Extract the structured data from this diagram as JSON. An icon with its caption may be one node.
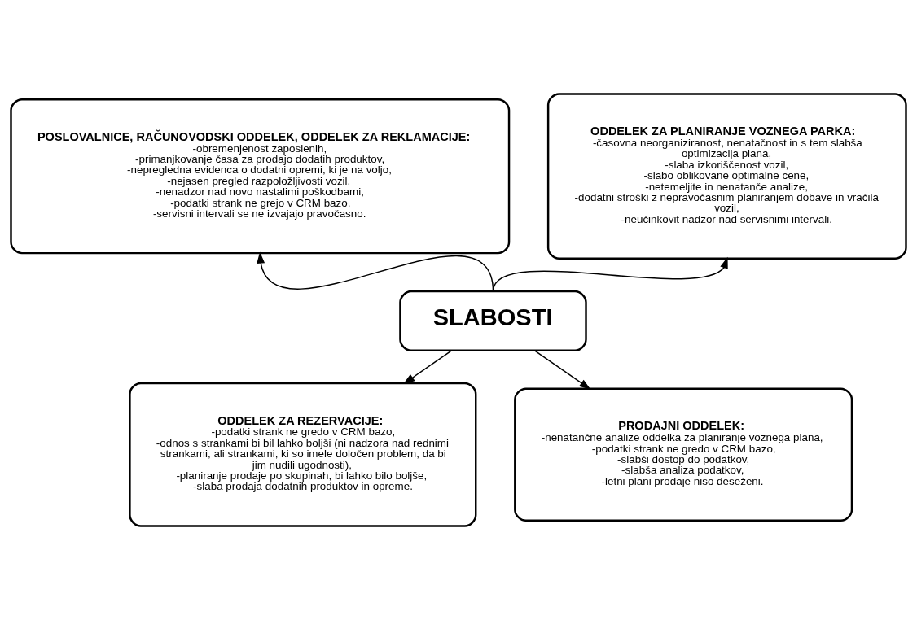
{
  "diagram": {
    "nodes": [
      {
        "text": [
          "POSLOVALNICE, RAČUNOVODSKI ODDELEK, ODDELEK ZA REKLAMACIJE:",
          "-obremenjenost zaposlenih,",
          "-primanjkovanje časa za prodajo dodatih produktov,",
          "-nepregledna evidenca o dodatni opremi, ki je na voljo,",
          "-nejasen pregled razpoložljivosti vozil,",
          "-nenadzor nad novo nastalimi poškodbami,",
          "-podatki strank ne grejo v CRM bazo,",
          "-servisni intervali se ne izvajajo pravočasno."
        ]
      },
      {
        "text": [
          "ODDELEK ZA PLANIRANJE VOZNEGA PARKA:",
          "-časovna neorganiziranost, nenatačnost in s tem slabša optimizacija plana,",
          "-slaba izkoriščenost vozil,",
          "-slabo oblikovane optimalne cene,",
          "-netemeljite in nenatanče analize,",
          "-dodatni stroški z nepravočasnim planiranjem dobave in vračila vozil,",
          "-neučinkovit nadzor nad servisnimi intervali."
        ]
      },
      {
        "text": [
          "SLABOSTI"
        ]
      },
      {
        "text": [
          "ODDELEK ZA REZERVACIJE:",
          "-podatki strank ne gredo v CRM bazo,",
          "-odnos s strankami bi bil lahko boljši (ni nadzora nad rednimi strankami, ali strankami, ki so imele določen problem, da bi jim nudili ugodnosti),",
          "-planiranje prodaje po skupinah, bi lahko bilo boljše,",
          "-slaba prodaja dodatnih produktov in opreme."
        ]
      },
      {
        "text": [
          "PRODAJNI ODDELEK:",
          "-nenatančne analize oddelka za planiranje voznega plana,",
          "-podatki strank ne gredo v CRM bazo,",
          "-slabši dostop do podatkov,",
          "-slabša analiza podatkov,",
          "-letni plani prodaje niso deseženi."
        ]
      }
    ],
    "edges": [
      {
        "from": 2,
        "to": 0,
        "arrow": "to"
      },
      {
        "from": 2,
        "to": 1,
        "arrow": "to"
      },
      {
        "from": 2,
        "to": 3,
        "arrow": "to"
      },
      {
        "from": 2,
        "to": 4,
        "arrow": "to"
      }
    ]
  }
}
